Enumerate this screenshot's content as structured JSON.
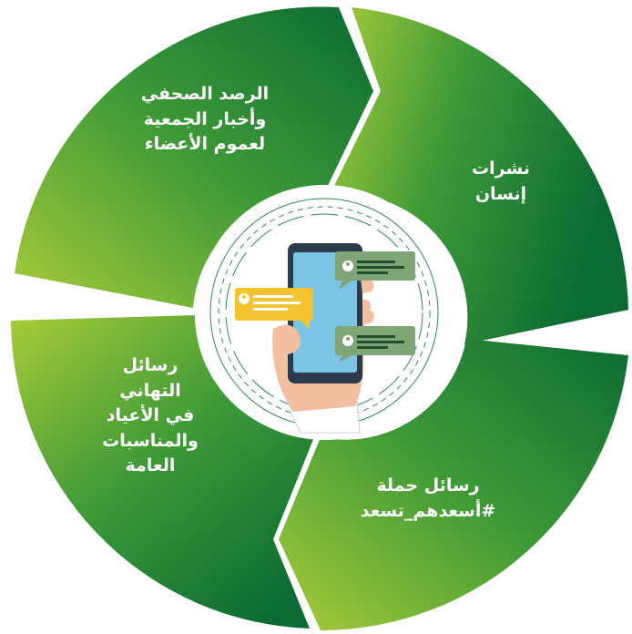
{
  "colors": {
    "segment_light": "#a9cc39",
    "segment_mid": "#3f9a37",
    "segment_dark": "#0b6b33",
    "center_ring": "#2e8b57",
    "phone_screen": "#7cc4e4",
    "phone_body": "#2a3b4c",
    "bubble_green": "#7fa576",
    "bubble_yellow": "#f4c430",
    "hand": "#f2bfa0",
    "sleeve": "#ffffff"
  },
  "segments": {
    "top_left": {
      "lines": [
        "الرصد الصحفي",
        "وأخبار الجمعية",
        "لعموم الأعضاء"
      ]
    },
    "top_right": {
      "lines": [
        "نشرات",
        "إنسان"
      ]
    },
    "bottom_left": {
      "lines": [
        "رسائل",
        "التهاني",
        "في الأعياد",
        "والمناسبات",
        "العامة"
      ]
    },
    "bottom_right": {
      "lines": [
        "رسائل حملة",
        "#أسعدهم_تسعد"
      ]
    }
  },
  "center": {
    "icon": "phone-messaging-icon"
  }
}
